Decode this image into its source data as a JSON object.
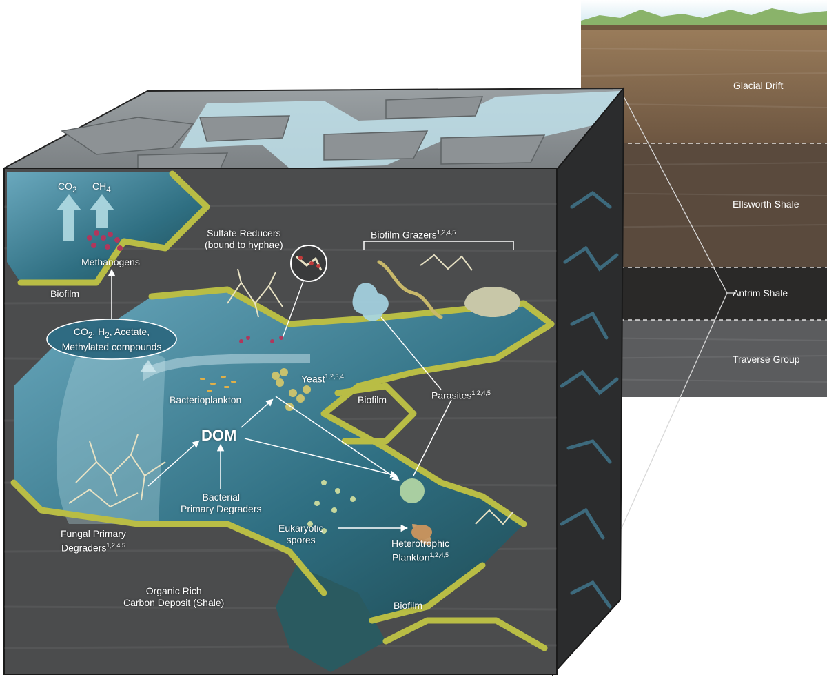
{
  "colors": {
    "shale_dark": "#4a4b4c",
    "shale_mid": "#5c5d5e",
    "water": "#3f7f98",
    "water_light": "#8fc6d4",
    "biofilm": "#b9bd45",
    "arrow": "#ffffff",
    "glacial_drift": "#8a6c4c",
    "ellsworth": "#5d4c3e",
    "antrim": "#2b2a29",
    "traverse": "#57585a"
  },
  "strata": {
    "glacial_drift": "Glacial Drift",
    "ellsworth_shale": "Ellsworth Shale",
    "antrim_shale": "Antrim Shale",
    "traverse_group": "Traverse Group"
  },
  "labels": {
    "co2": "CO",
    "co2_sub": "2",
    "ch4": "CH",
    "ch4_sub": "4",
    "methanogens": "Methanogens",
    "biofilm_left": "Biofilm",
    "sulfate_line1": "Sulfate Reducers",
    "sulfate_line2": "(bound to hyphae)",
    "grazers": "Biofilm Grazers",
    "grazers_sup": "1,2,4,5",
    "ellipse_co2": "CO",
    "ellipse_co2_sub": "2",
    "ellipse_h2": ", H",
    "ellipse_h2_sub": "2",
    "ellipse_rest": ", Acetate,",
    "ellipse_line2": "Methylated compounds",
    "yeast": "Yeast",
    "yeast_sup": "1,2,3,4",
    "bacterioplankton": "Bacterioplankton",
    "biofilm_center": "Biofilm",
    "parasites": "Parasites",
    "parasites_sup": "1,2,4,5",
    "dom": "DOM",
    "bacterial_line1": "Bacterial",
    "bacterial_line2": "Primary Degraders",
    "fungal_line1": "Fungal Primary",
    "fungal_line2": "Degraders",
    "fungal_sup": "1,2,4,5",
    "spores_line1": "Eukaryotic",
    "spores_line2": "spores",
    "hetero_line1": "Heterotrophic",
    "hetero_line2": "Plankton",
    "hetero_sup": "1,2,4,5",
    "organic_line1": "Organic Rich",
    "organic_line2": "Carbon Deposit (Shale)",
    "biofilm_bottom": "Biofilm"
  }
}
